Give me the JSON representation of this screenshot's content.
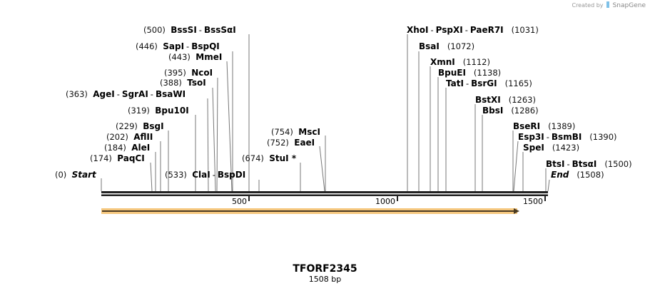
{
  "credit": {
    "prefix": "Created by",
    "brand": "SnapGene"
  },
  "title": "TFORF2345",
  "subtitle": "1508 bp",
  "sequence": {
    "length": 1508,
    "feature_color": "#f5c77e",
    "feature_arrow_color": "#4a3a22"
  },
  "axis_ticks": [
    {
      "label": "500",
      "value": 500
    },
    {
      "label": "1000",
      "value": 1000
    },
    {
      "label": "1500",
      "value": 1500
    }
  ],
  "sites_left": [
    {
      "pos": "(500)",
      "names": [
        "BssSI",
        "BssSαI"
      ],
      "bp": 500
    },
    {
      "pos": "(446)",
      "names": [
        "SapI",
        "BspQI"
      ],
      "bp": 446
    },
    {
      "pos": "(443)",
      "names": [
        "MmeI"
      ],
      "bp": 443
    },
    {
      "pos": "(395)",
      "names": [
        "NcoI"
      ],
      "bp": 395
    },
    {
      "pos": "(388)",
      "names": [
        "TsoI"
      ],
      "bp": 388
    },
    {
      "pos": "(363)",
      "names": [
        "AgeI",
        "SgrAI",
        "BsaWI"
      ],
      "bp": 363
    },
    {
      "pos": "(319)",
      "names": [
        "Bpu10I"
      ],
      "bp": 319
    },
    {
      "pos": "(229)",
      "names": [
        "BsgI"
      ],
      "bp": 229
    },
    {
      "pos": "(202)",
      "names": [
        "AflII"
      ],
      "bp": 202
    },
    {
      "pos": "(184)",
      "names": [
        "AleI"
      ],
      "bp": 184
    },
    {
      "pos": "(174)",
      "names": [
        "PaqCI"
      ],
      "bp": 174
    },
    {
      "pos": "(0)",
      "names": [
        "Start"
      ],
      "bp": 0
    },
    {
      "pos": "(533)",
      "names": [
        "ClaI",
        "BspDI"
      ],
      "bp": 533
    },
    {
      "pos": "(674)",
      "names": [
        "StuI *"
      ],
      "bp": 674
    },
    {
      "pos": "(754)",
      "names": [
        "MscI"
      ],
      "bp": 754
    },
    {
      "pos": "(752)",
      "names": [
        "EaeI"
      ],
      "bp": 752
    }
  ],
  "sites_right": [
    {
      "pos": "(1031)",
      "names": [
        "XhoI",
        "PspXI",
        "PaeR7I"
      ],
      "bp": 1031
    },
    {
      "pos": "(1072)",
      "names": [
        "BsaI"
      ],
      "bp": 1072
    },
    {
      "pos": "(1112)",
      "names": [
        "XmnI"
      ],
      "bp": 1112
    },
    {
      "pos": "(1138)",
      "names": [
        "BpuEI"
      ],
      "bp": 1138
    },
    {
      "pos": "(1165)",
      "names": [
        "TatI",
        "BsrGI"
      ],
      "bp": 1165
    },
    {
      "pos": "(1263)",
      "names": [
        "BstXI"
      ],
      "bp": 1263
    },
    {
      "pos": "(1286)",
      "names": [
        "BbsI"
      ],
      "bp": 1286
    },
    {
      "pos": "(1389)",
      "names": [
        "BseRI"
      ],
      "bp": 1389
    },
    {
      "pos": "(1390)",
      "names": [
        "Esp3I",
        "BsmBI"
      ],
      "bp": 1390
    },
    {
      "pos": "(1423)",
      "names": [
        "SpeI"
      ],
      "bp": 1423
    },
    {
      "pos": "(1500)",
      "names": [
        "BtsI",
        "BtsαI"
      ],
      "bp": 1500
    },
    {
      "pos": "(1508)",
      "names": [
        "End"
      ],
      "bp": 1508
    }
  ]
}
